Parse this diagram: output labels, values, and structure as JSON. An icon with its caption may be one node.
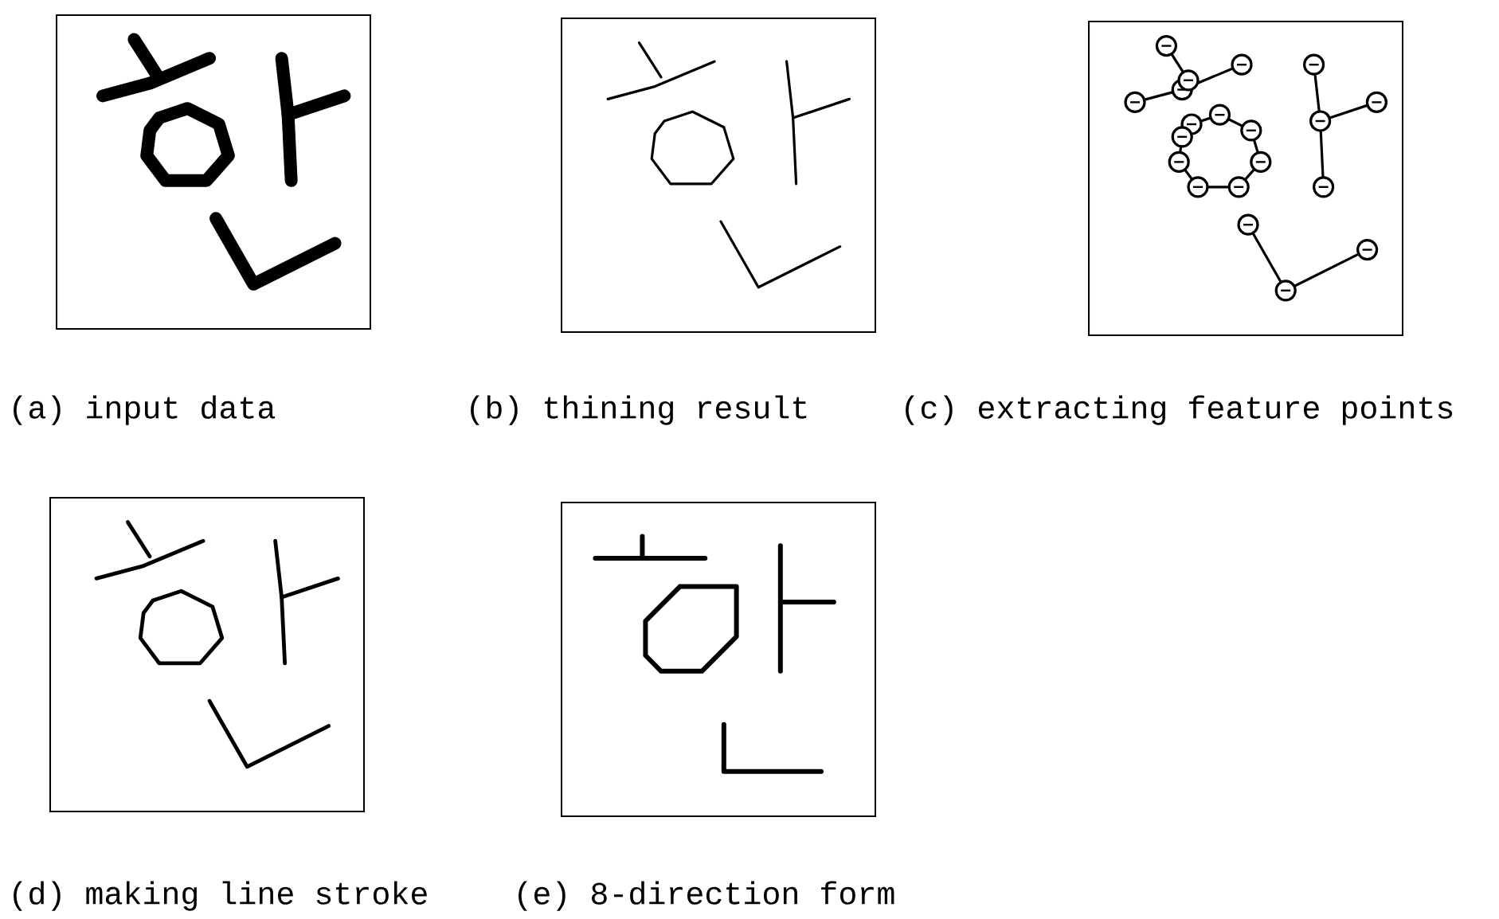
{
  "diagram": {
    "nodes": [
      {
        "text": [],
        "shape": "picture"
      },
      {
        "text": [],
        "shape": "picture"
      },
      {
        "text": [],
        "shape": "picture"
      },
      {
        "text": [],
        "shape": "picture"
      },
      {
        "text": [],
        "shape": "picture"
      }
    ],
    "labels": [
      "(a) input data",
      "(b) thining result",
      "(c) extracting feature points",
      "(d) making line stroke",
      "(e) 8-direction form"
    ]
  }
}
